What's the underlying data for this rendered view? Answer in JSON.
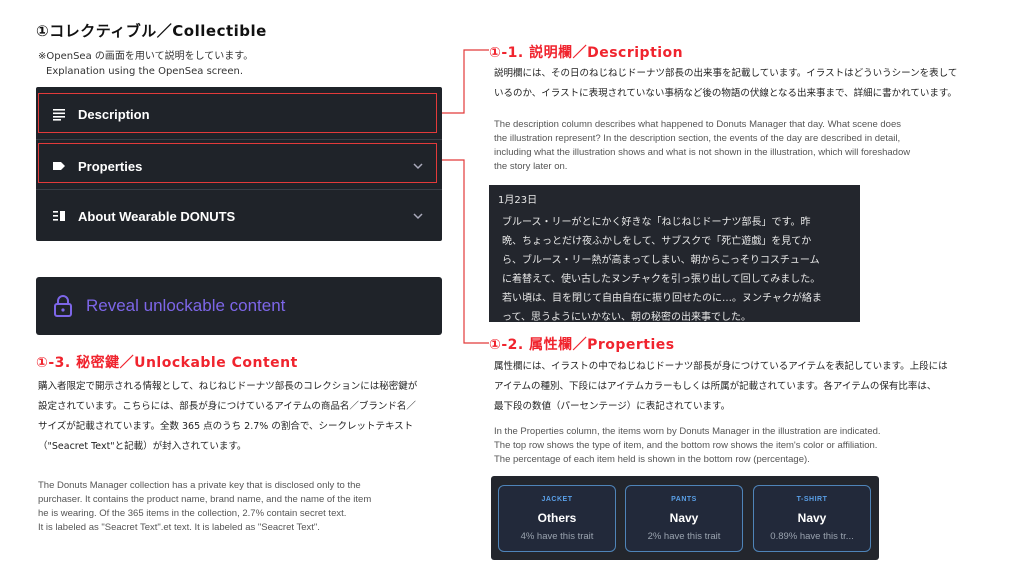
{
  "header": {
    "title": "①コレクティブル／Collectible",
    "note_jp": "※OpenSea の画面を用いて説明をしています。",
    "note_en": "Explanation using the OpenSea screen."
  },
  "opensea": {
    "rows": [
      {
        "label": "Description",
        "icon": "lines-icon"
      },
      {
        "label": "Properties",
        "icon": "tag-icon"
      },
      {
        "label": "About Wearable DONUTS",
        "icon": "list-icon"
      }
    ],
    "unlockable": "Reveal unlockable content",
    "accent": "#7d66e8"
  },
  "description": {
    "heading": "①-1. 説明欄／Description",
    "jp": [
      "説明欄には、その日のねじねじドーナツ部長の出来事を記載しています。イラストはどういうシーンを表して",
      "いるのか、イラストに表現されていない事柄など後の物語の伏線となる出来事まで、詳細に書かれています。"
    ],
    "en": [
      "The description column describes what happened to Donuts Manager that day. What scene does",
      "the illustration represent? In the description section, the events of the day are described in detail,",
      "including what the illustration shows and what is not shown in the illustration, which will foreshadow",
      "the story later on."
    ],
    "card": {
      "date": "1月23日",
      "lines": [
        "ブルース・リーがとにかく好きな「ねじねじドーナツ部長」です。昨",
        "晩、ちょっとだけ夜ふかしをして、サブスクで「死亡遊戯」を見てか",
        "ら、ブルース・リー熱が高まってしまい、朝からこっそりコスチューム",
        "に着替えて、使い古したヌンチャクを引っ張り出して回してみました。",
        "若い頃は、目を閉じて自由自在に振り回せたのに…。ヌンチャクが絡ま",
        "って、思うようにいかない、朝の秘密の出来事でした。"
      ]
    }
  },
  "properties": {
    "heading": "①-2. 属性欄／Properties",
    "jp": [
      "属性欄には、イラストの中でねじねじドーナツ部長が身につけているアイテムを表記しています。上段には",
      "アイテムの種別、下段にはアイテムカラーもしくは所属が記載されています。各アイテムの保有比率は、",
      "最下段の数値（パーセンテージ）に表記されています。"
    ],
    "en": [
      "In the Properties column, the items worn by Donuts Manager in the illustration are indicated.",
      "The top row shows the type of item, and the bottom row shows the item's color or affiliation.",
      "The percentage of each item held is shown in the bottom row (percentage)."
    ],
    "traits": [
      {
        "type": "JACKET",
        "value": "Others",
        "pct": "4% have this trait"
      },
      {
        "type": "PANTS",
        "value": "Navy",
        "pct": "2% have this trait"
      },
      {
        "type": "T-SHIRT",
        "value": "Navy",
        "pct": "0.89% have this tr..."
      }
    ]
  },
  "unlockable": {
    "heading": "①-3. 秘密鍵／Unlockable Content",
    "jp": [
      "購入者限定で開示される情報として、ねじねじドーナツ部長のコレクションには秘密鍵が",
      "設定されています。こちらには、部長が身につけているアイテムの商品名／ブランド名／",
      "サイズが記載されています。全数 365 点のうち 2.7% の割合で、シークレットテキスト",
      "（\"Seacret Text\"と記載）が封入されています。"
    ],
    "en": [
      "The Donuts Manager collection has a private key that is disclosed only to the",
      "purchaser. It contains the product name, brand name, and the name of the item",
      "he is wearing. Of the 365 items in the collection, 2.7% contain secret text.",
      "It is labeled as \"Seacret Text\".et text. It is labeled as \"Seacret Text\"."
    ]
  },
  "colors": {
    "heading_red": "#f0242e",
    "box_red": "#e23a3a",
    "panel_dark": "#1f2329",
    "trait_blue": "#5aa0e8"
  }
}
